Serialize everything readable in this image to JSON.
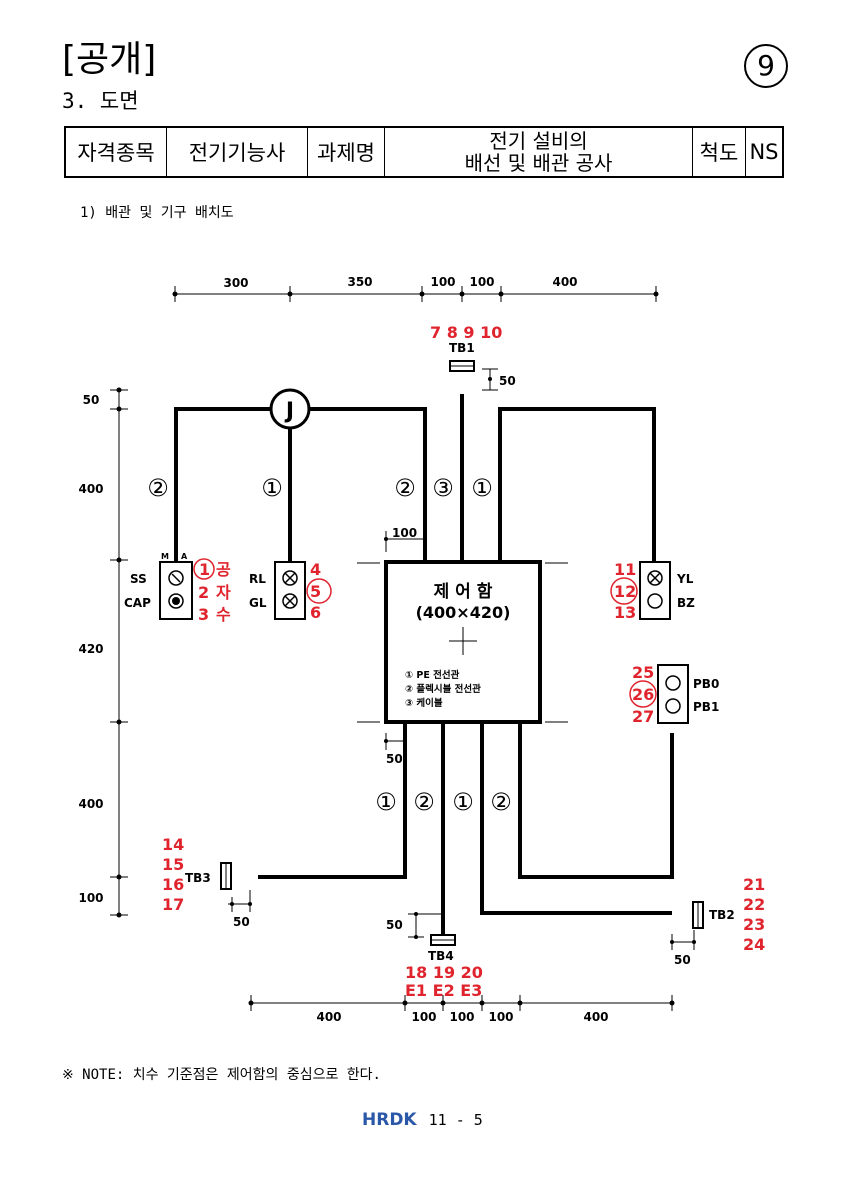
{
  "page": {
    "public_mark": "[공개]",
    "section": "3. 도면",
    "page_circle": "9",
    "subtitle": "1) 배관 및 기구 배치도",
    "note": "※ NOTE: 치수 기준점은 제어함의 중심으로 한다.",
    "footer_logo": "HRDK",
    "footer_page": "11 - 5"
  },
  "header_table": {
    "qual_label": "자격종목",
    "qual_value": "전기기능사",
    "task_label": "과제명",
    "task_line1": "전기 설비의",
    "task_line2": "배선 및 배관 공사",
    "scale_label": "척도",
    "scale_value": "NS"
  },
  "diagram": {
    "dims": {
      "top": [
        "300",
        "350",
        "100",
        "100",
        "400"
      ],
      "bottom": [
        "400",
        "100",
        "100",
        "100",
        "400"
      ],
      "left": [
        "50",
        "400",
        "420",
        "400",
        "100"
      ],
      "tb1_offset": "50",
      "box_offset_top": "100",
      "box_offset_bottom": "50",
      "tb3_offset": "50",
      "tb4_offset": "50",
      "tb2_offset": "50"
    },
    "junction": "J",
    "control_box": {
      "title": "제 어 함",
      "size": "(400×420)",
      "legend": [
        "① PE 전선관",
        "② 플렉시블 전선관",
        "③ 케이블"
      ]
    },
    "pipe_marks": {
      "p1": "②",
      "p2": "①",
      "p3": "②",
      "p4": "③",
      "p5": "①",
      "b1": "①",
      "b2": "②",
      "b3": "①",
      "b4": "②"
    },
    "devices": {
      "ss": "SS",
      "cap": "CAP",
      "ma_m": "M",
      "ma_a": "A",
      "rl": "RL",
      "gl": "GL",
      "yl": "YL",
      "bz": "BZ",
      "pb0": "PB0",
      "pb1": "PB1",
      "tb1": "TB1",
      "tb2": "TB2",
      "tb3": "TB3",
      "tb4": "TB4"
    },
    "red": {
      "tb1_nums": "7 8 9 10",
      "ss1": "1",
      "ss2": "2",
      "ss3": "3",
      "gong": "공",
      "ja": "자",
      "su": "수",
      "rl4": "4",
      "gl5": "5",
      "gl6": "6",
      "yl11": "11",
      "yl12": "12",
      "yl13": "13",
      "pb25": "25",
      "pb26": "26",
      "pb27": "27",
      "tb3_14": "14",
      "tb3_15": "15",
      "tb3_16": "16",
      "tb3_17": "17",
      "tb2_21": "21",
      "tb2_22": "22",
      "tb2_23": "23",
      "tb2_24": "24",
      "tb4_row1": "18 19 20",
      "tb4_row2": "E1 E2 E3"
    },
    "colors": {
      "red": "#e0242e",
      "line": "#000000"
    }
  }
}
